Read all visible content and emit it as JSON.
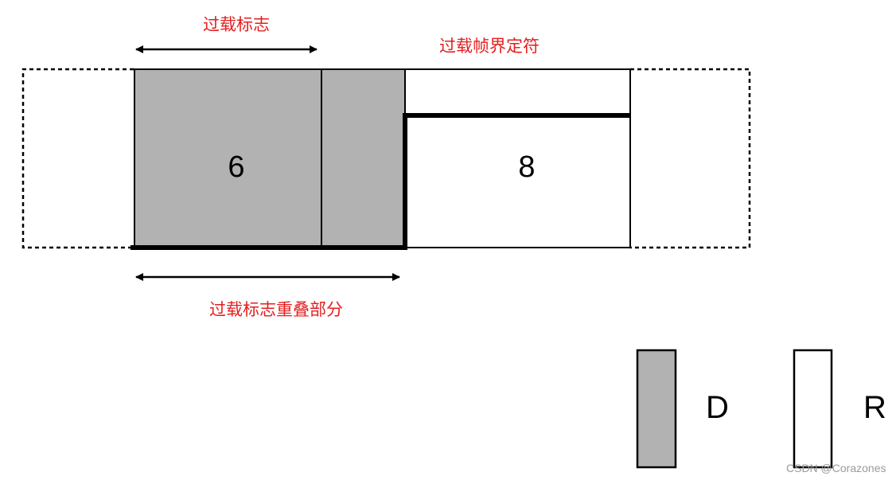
{
  "labels": {
    "overload_flag": "过载标志",
    "overload_delimiter": "过载帧界定符",
    "overload_flag_overlap": "过载标志重叠部分"
  },
  "fields": {
    "flag_bits": "6",
    "delimiter_bits": "8"
  },
  "legend": {
    "dominant": "D",
    "recessive": "R"
  },
  "watermark": "CSDN @Corazones",
  "colors": {
    "dominant_fill": "#b2b2b2",
    "recessive_fill": "#ffffff",
    "label_red": "#e41e1e",
    "line": "#000000"
  }
}
